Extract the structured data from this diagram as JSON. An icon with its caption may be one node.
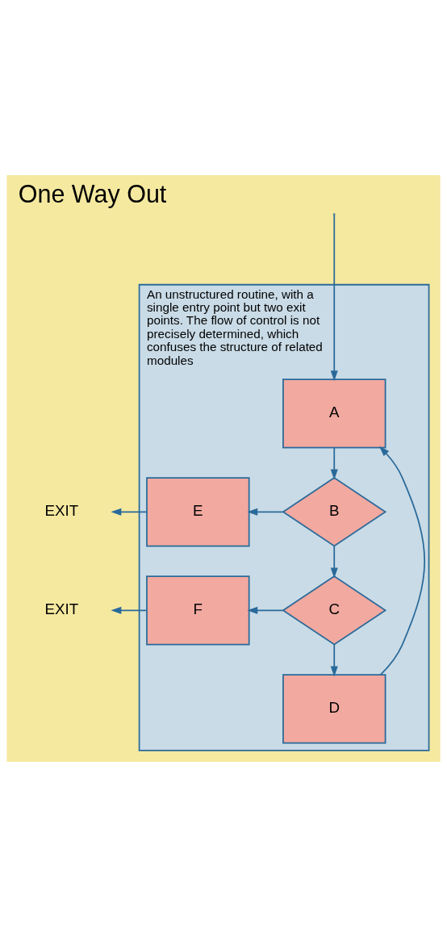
{
  "diagram": {
    "title": "One Way Out",
    "nodes": [
      {
        "text": [
          "An unstructured routine, with a single entry point but two exit points. The flow of control is not precisely determined, which confuses the structure of related modules"
        ]
      },
      {
        "text": [
          "A"
        ],
        "in": 0
      },
      {
        "text": [
          "B"
        ],
        "in": 0
      },
      {
        "text": [
          "C"
        ],
        "in": 0
      },
      {
        "text": [
          "D"
        ],
        "in": 0
      },
      {
        "text": [
          "E"
        ],
        "in": 0
      },
      {
        "text": [
          "F"
        ],
        "in": 0
      },
      {
        "text": [
          "EXIT"
        ]
      },
      {
        "text": [
          "EXIT"
        ]
      }
    ],
    "edges": [
      {
        "from": null,
        "to": 1,
        "arrow": "to"
      },
      {
        "from": 1,
        "to": 2,
        "arrow": "to"
      },
      {
        "from": 2,
        "to": 5,
        "arrow": "to"
      },
      {
        "from": 2,
        "to": 3,
        "arrow": "to"
      },
      {
        "from": 3,
        "to": 6,
        "arrow": "to"
      },
      {
        "from": 3,
        "to": 4,
        "arrow": "to"
      },
      {
        "from": 4,
        "to": 1,
        "arrow": "to"
      },
      {
        "from": 5,
        "to": 7,
        "arrow": "to"
      },
      {
        "from": 6,
        "to": 8,
        "arrow": "to"
      }
    ]
  }
}
